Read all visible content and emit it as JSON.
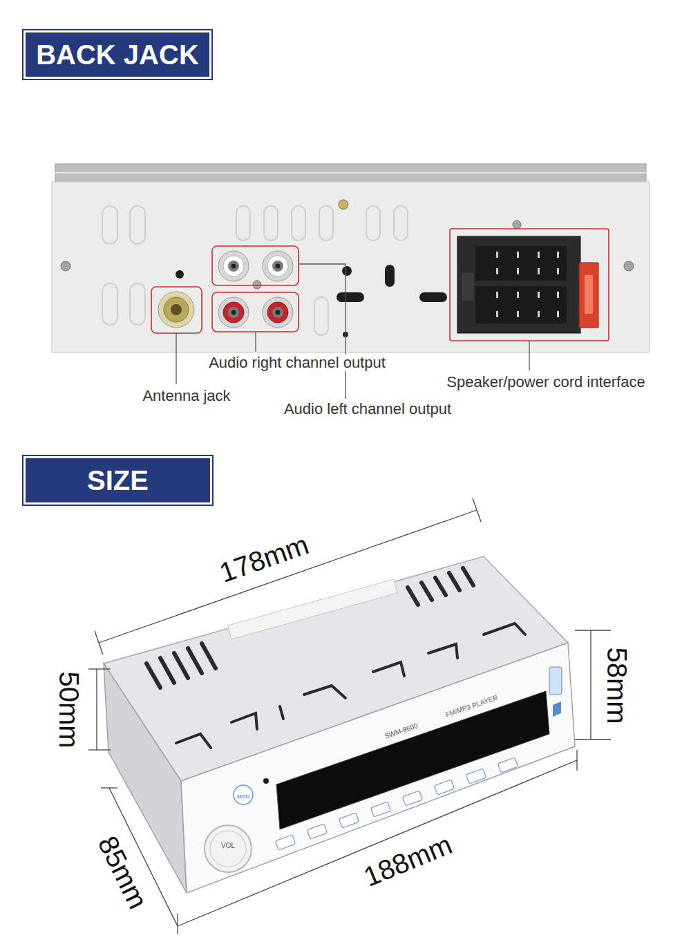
{
  "diagram": {
    "nodes": [
      {
        "text": [
          "BACK JACK"
        ]
      },
      {
        "text": [
          "SIZE"
        ]
      }
    ],
    "labels": [
      "Audio right channel output",
      "Antenna jack",
      "Speaker/power cord interface",
      "Audio left channel output",
      "178mm",
      "50mm",
      "58mm",
      "85mm",
      "188mm",
      "SWM-8600",
      "FM/MP3 PLAYER",
      "MOD",
      "VOL"
    ]
  }
}
